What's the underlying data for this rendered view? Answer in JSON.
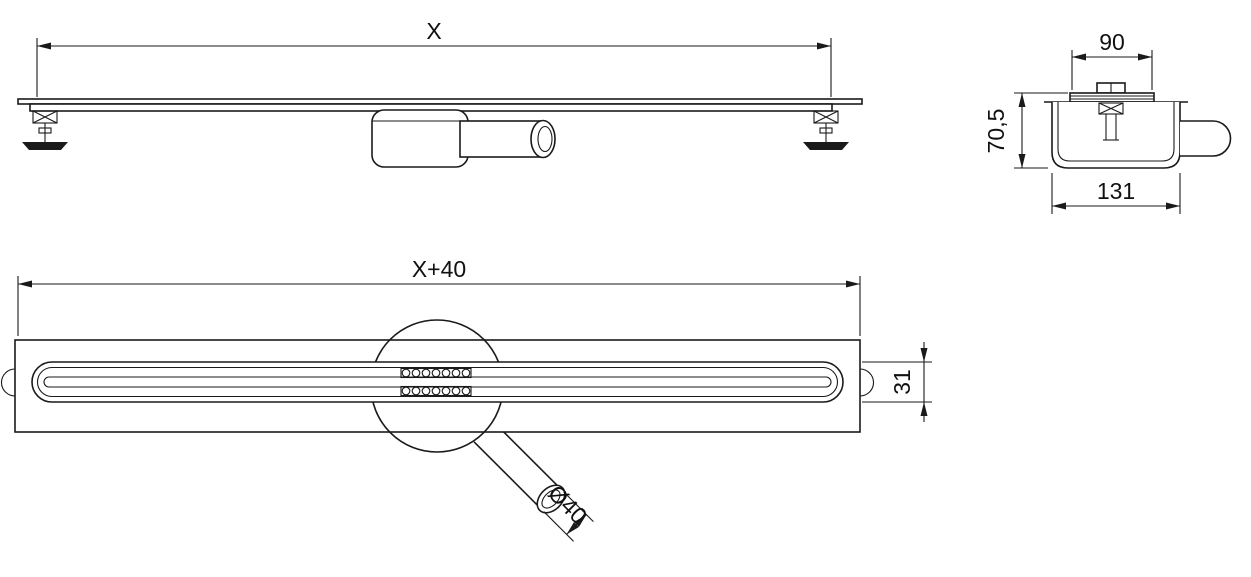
{
  "drawing": {
    "background": "#ffffff",
    "line_color": "#1a1a1a",
    "views": {
      "side": {
        "dim_length": "X"
      },
      "end": {
        "dim_top_width": "90",
        "dim_height": "70,5",
        "dim_bottom_width": "131"
      },
      "plan": {
        "dim_length": "X+40",
        "dim_channel_width": "31",
        "dim_outlet_diameter": "Ø40"
      }
    }
  }
}
